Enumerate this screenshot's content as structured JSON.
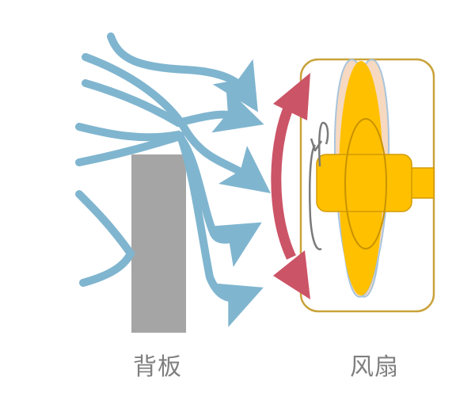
{
  "labels": {
    "backboard": "背板",
    "fan": "风扇"
  },
  "colors": {
    "airflow": "#80b5cf",
    "backboard": "#a5a5a5",
    "swing_arrow": "#cc5467",
    "fan_frame": "#c9a23a",
    "fan_body": "#ffc000",
    "fan_outline": "#d49a00",
    "rotation_arrow": "#7a7a7a",
    "label_text": "#7f7f7f"
  },
  "icons": {
    "airflow": "curved-arrows",
    "swing": "double-headed-arc-arrow",
    "rotation": "circular-rotation-arrow"
  }
}
